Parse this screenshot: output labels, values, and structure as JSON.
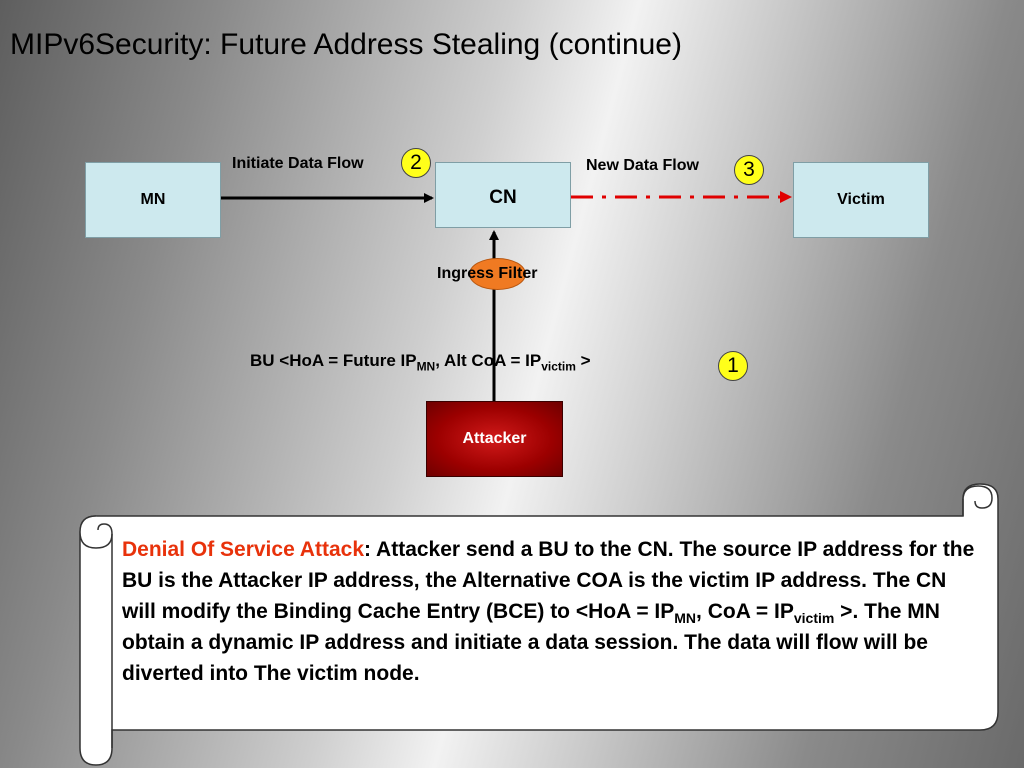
{
  "slide": {
    "title": "MIPv6Security: Future Address Stealing (continue)"
  },
  "nodes": {
    "mn": "MN",
    "cn": "CN",
    "victim": "Victim",
    "attacker": "Attacker",
    "ingress_filter": "Ingress Filter"
  },
  "flows": {
    "initiate_data_flow": "Initiate Data Flow",
    "new_data_flow": "New Data Flow"
  },
  "steps": {
    "step1": "1",
    "step2": "2",
    "step3": "3"
  },
  "binding_update": {
    "prefix": "BU <HoA = Future IP",
    "sub_mn": "MN",
    "middle": ", Alt CoA = IP",
    "sub_victim": "victim",
    "suffix": " >"
  },
  "description": {
    "highlight": "Denial Of Service Attack",
    "part1": ": Attacker send a BU to the CN. The source IP address for the BU is the Attacker IP address, the Alternative COA is the victim IP address. The CN will modify the  Binding Cache Entry (BCE) to <HoA = IP",
    "sub_mn": "MN",
    "part2": ", CoA = IP",
    "sub_victim": "victim",
    "part3": " >. The MN obtain a dynamic IP address and initiate a data session. The data will flow will be diverted into The victim node."
  },
  "colors": {
    "node_fill": "#cde9ee",
    "attacker_fill": "#b00000",
    "ingress_filter_fill": "#f07a22",
    "step_badge_fill": "#ffff1a",
    "new_flow_line": "#e00000",
    "highlight_text": "#e8320b"
  }
}
